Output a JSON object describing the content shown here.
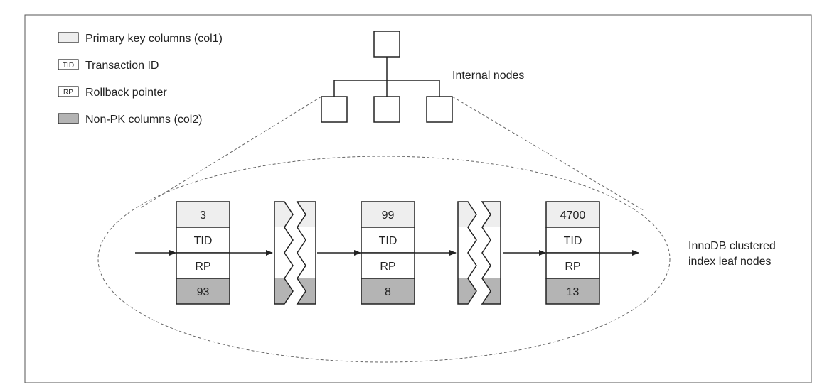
{
  "legend": {
    "items": [
      {
        "tag": "",
        "label": "Primary key columns (col1)",
        "fill": "#eeeeee"
      },
      {
        "tag": "TID",
        "label": "Transaction ID",
        "fill": "#ffffff"
      },
      {
        "tag": "RP",
        "label": "Rollback pointer",
        "fill": "#ffffff"
      },
      {
        "tag": "",
        "label": "Non-PK columns (col2)",
        "fill": "#b4b4b4"
      }
    ]
  },
  "labels": {
    "internal_nodes": "Internal nodes",
    "leaf_nodes_line1": "InnoDB clustered",
    "leaf_nodes_line2": "index leaf nodes"
  },
  "leaf_nodes": [
    {
      "pk": "3",
      "tid": "TID",
      "rp": "RP",
      "col2": "93"
    },
    {
      "pk": "99",
      "tid": "TID",
      "rp": "RP",
      "col2": "8"
    },
    {
      "pk": "4700",
      "tid": "TID",
      "rp": "RP",
      "col2": "13"
    }
  ],
  "colors": {
    "pk_fill": "#eeeeee",
    "col2_fill": "#b4b4b4",
    "stroke": "#222222",
    "frame": "#555555"
  }
}
